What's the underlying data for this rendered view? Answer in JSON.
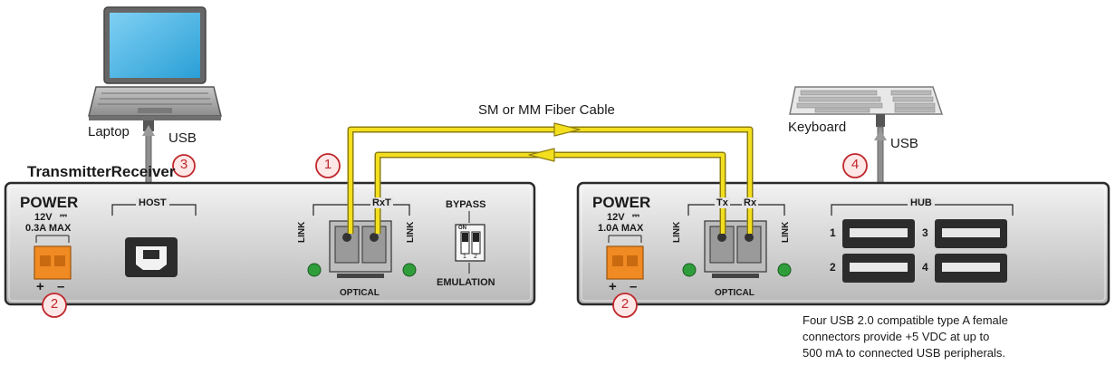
{
  "diagram": {
    "cable_label": "SM or MM Fiber Cable",
    "usb_label": "USB",
    "callouts": [
      "1",
      "2",
      "3",
      "4"
    ],
    "note_lines": [
      "Four USB 2.0 compatible type A female",
      "connectors provide +5 VDC at up to",
      "500 mA to connected USB peripherals."
    ]
  },
  "laptop": {
    "label": "Laptop"
  },
  "keyboard": {
    "label": "Keyboard"
  },
  "transmitter": {
    "title": "TransmitterReceiver",
    "power_label": "POWER",
    "voltage": "12V",
    "current": "0.3A MAX",
    "plus": "+",
    "minus": "–",
    "host_label": "HOST",
    "port_label": "RxT",
    "link_left": "LINK",
    "link_right": "LINK",
    "optical_label": "OPTICAL",
    "bypass_label": "BYPASS",
    "dip_on": "ON",
    "dip_1": "1",
    "dip_2": "2",
    "emulation_label": "EMULATION"
  },
  "receiver": {
    "power_label": "POWER",
    "voltage": "12V",
    "current": "1.0A MAX",
    "plus": "+",
    "minus": "–",
    "tx_label": "Tx",
    "rx_label": "Rx",
    "link_left": "LINK",
    "link_right": "LINK",
    "optical_label": "OPTICAL",
    "hub_label": "HUB",
    "port_numbers": [
      "1",
      "2",
      "3",
      "4"
    ]
  },
  "colors": {
    "fiber": "#f3df1e",
    "callout": "#c0282c",
    "led": "#2f9e3a",
    "terminal": "#f08a22",
    "panel": "#d9d9d9"
  }
}
